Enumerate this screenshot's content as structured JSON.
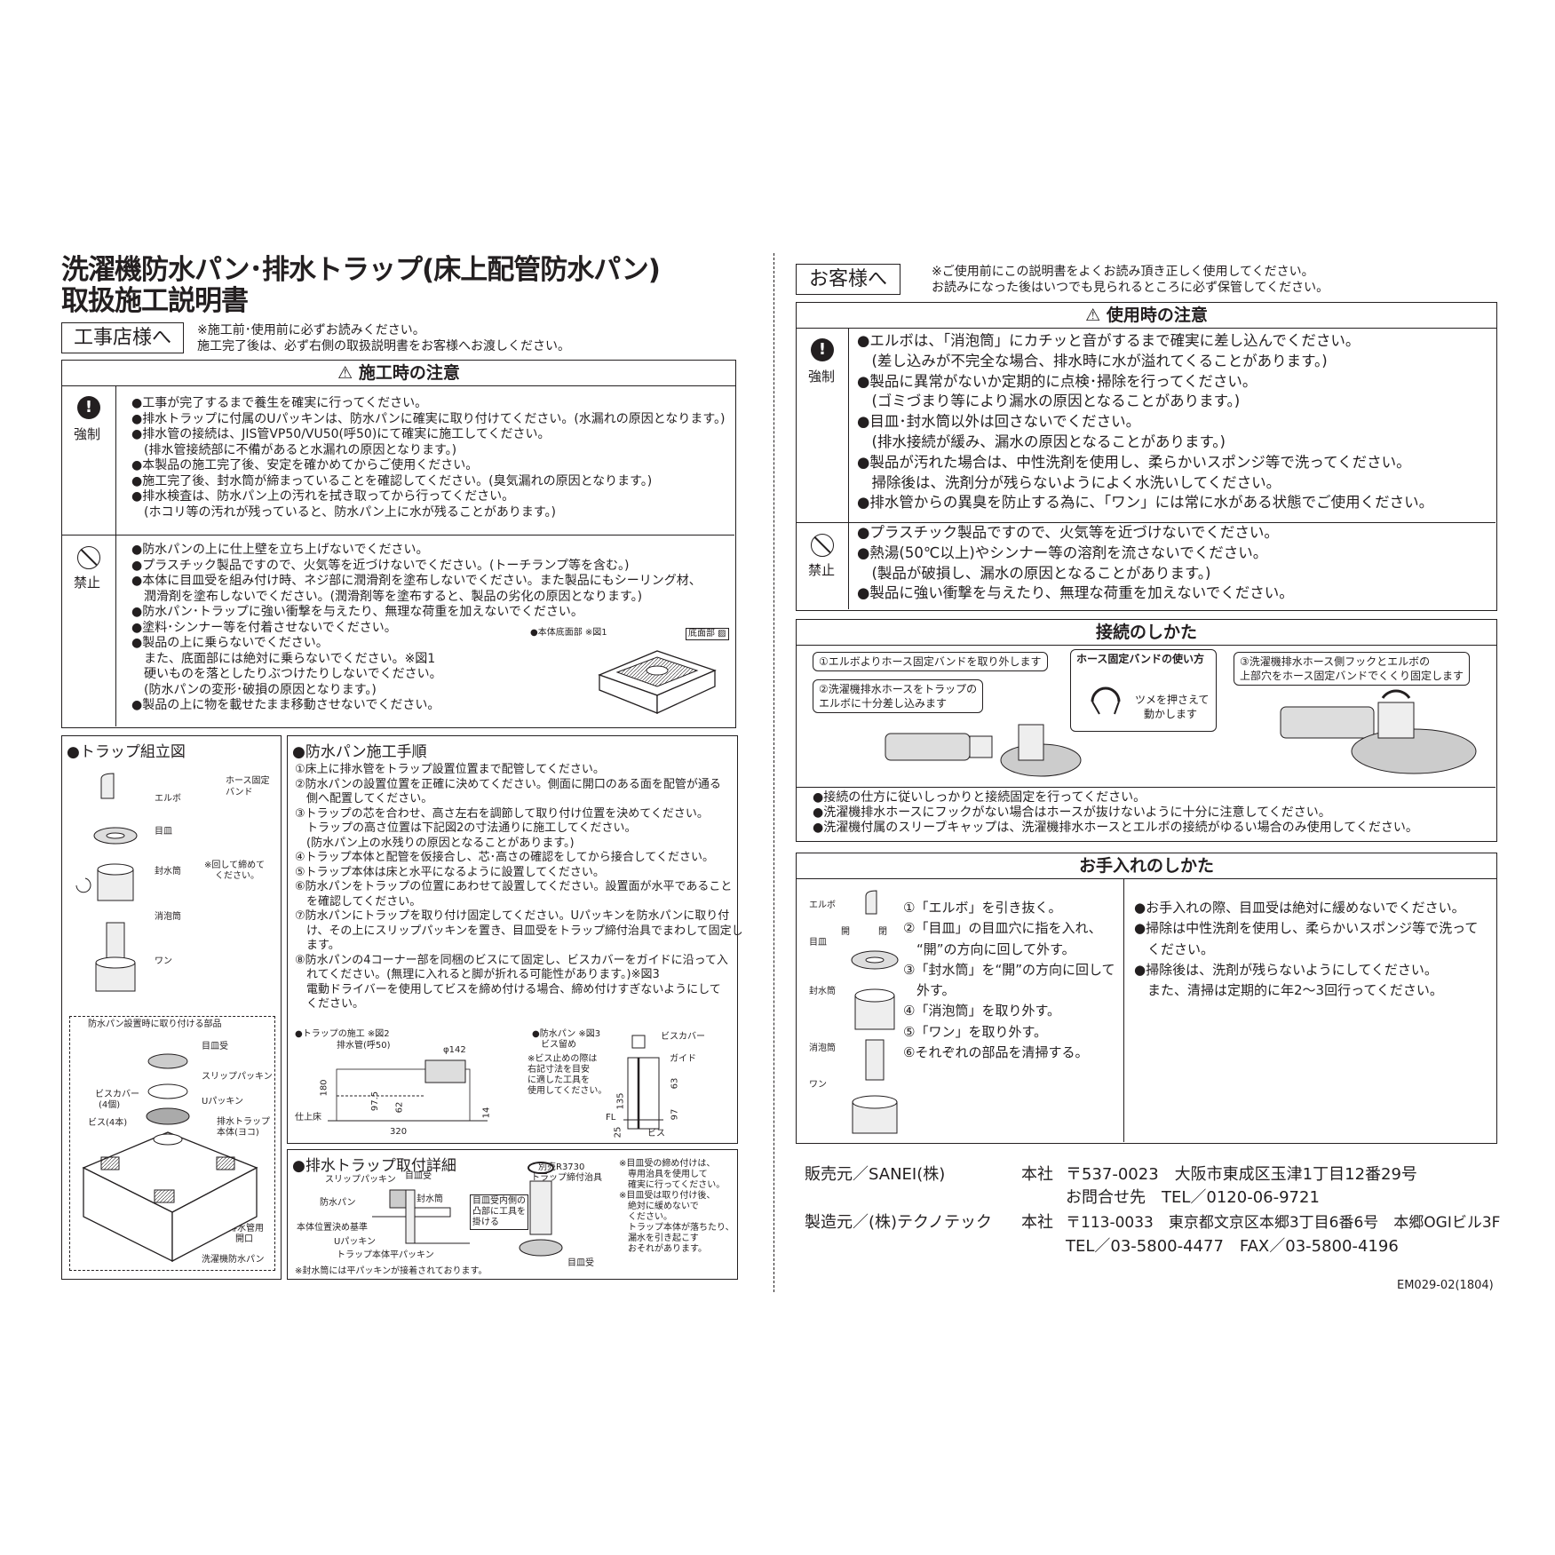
{
  "left": {
    "title_line1": "洗濯機防水パン･排水トラップ(床上配管防水パン)",
    "title_line2": "取扱施工説明書",
    "tag": "工事店様へ",
    "tag_note1": "※施工前･使用前に必ずお読みください。",
    "tag_note2": "施工完了後は、必ず右側の取扱説明書をお客様へお渡しください。",
    "caution_header": "施工時の注意",
    "must_label": "強制",
    "must_lines": [
      "●工事が完了するまで養生を確実に行ってください。",
      "●排水トラップに付属のUパッキンは、防水パンに確実に取り付けてください。(水漏れの原因となります。)",
      "●排水管の接続は、JIS管VP50/VU50(呼50)にて確実に施工してください。",
      "　(排水管接続部に不備があると水漏れの原因となります。)",
      "●本製品の施工完了後、安定を確かめてからご使用ください。",
      "●施工完了後、封水筒が締まっていることを確認してください。(臭気漏れの原因となります。)",
      "●排水検査は、防水パン上の汚れを拭き取ってから行ってください。",
      "　(ホコリ等の汚れが残っていると、防水パン上に水が残ることがあります。)"
    ],
    "ban_label": "禁止",
    "ban_lines": [
      "●防水パンの上に仕上壁を立ち上げないでください。",
      "●プラスチック製品ですので、火気等を近づけないでください。(トーチランプ等を含む。)",
      "●本体に目皿受を組み付け時、ネジ部に潤滑剤を塗布しないでください。また製品にもシーリング材、",
      "　潤滑剤を塗布しないでください。(潤滑剤等を塗布すると、製品の劣化の原因となります。)",
      "●防水パン･トラップに強い衝撃を与えたり、無理な荷重を加えないでください。",
      "●塗料･シンナー等を付着させないでください。",
      "●製品の上に乗らないでください。",
      "　また、底面部には絶対に乗らないでください。※図1",
      "　硬いものを落としたりぶつけたりしないでください。",
      "　(防水パンの変形･破損の原因となります。)",
      "●製品の上に物を載せたまま移動させないでください。"
    ],
    "fig1_caption": "●本体底面部 ※図1",
    "fig1_legend": "底面部",
    "trap_header": "●トラップ組立図",
    "trap_parts": {
      "band": "ホース固定",
      "band2": "バンド",
      "elbow": "エルボ",
      "plate": "目皿",
      "seal": "封水筒",
      "seal_note1": "※回して締めて",
      "seal_note2": "ください。",
      "foam": "消泡筒",
      "wan": "ワン",
      "pan_parts": "防水パン設置時に取り付ける部品",
      "receiver": "目皿受",
      "slip": "スリップパッキン",
      "upack": "Uパッキン",
      "screwcover": "ビスカバー",
      "screwcover_n": "(4個)",
      "screw": "ビス(4本)",
      "trapbody1": "排水トラップ",
      "trapbody2": "本体(ヨコ)",
      "pipeopen1": "排水管用",
      "pipeopen2": "開口",
      "pan": "洗濯機防水パン"
    },
    "proc_header": "●防水パン施工手順",
    "proc_lines": [
      "①床上に排水管をトラップ設置位置まで配管してください。",
      "②防水パンの設置位置を正確に決めてください。側面に開口のある面を配管が通る",
      "　側へ配置してください。",
      "③トラップの芯を合わせ、高さ左右を調節して取り付け位置を決めてください。",
      "　トラップの高さ位置は下記図2の寸法通りに施工してください。",
      "　(防水パン上の水残りの原因となることがあります。)",
      "④トラップ本体と配管を仮接合し、芯･高さの確認をしてから接合してください。",
      "⑤トラップ本体は床と水平になるように設置してください。",
      "⑥防水パンをトラップの位置にあわせて設置してください。設置面が水平であること",
      "　を確認してください。",
      "⑦防水パンにトラップを取り付け固定してください。Uパッキンを防水パンに取り付",
      "　け、その上にスリップパッキンを置き、目皿受をトラップ締付治具でまわして固定し",
      "　ます。",
      "⑧防水パンの4コーナー部を同梱のビスにて固定し、ビスカバーをガイドに沿って入",
      "　れてください。(無理に入れると脚が折れる可能性があります。)※図3",
      "　電動ドライバーを使用してビスを締め付ける場合、締め付けすぎないようにして",
      "　ください。"
    ],
    "fig2": {
      "caption": "●トラップの施工 ※図2",
      "pipe": "排水管(呼50)",
      "phi": "φ142",
      "d180": "180",
      "d975": "97.5",
      "d62": "62",
      "d14": "14",
      "d320": "320",
      "floor": "仕上床"
    },
    "fig3": {
      "caption1": "●防水パン ※図3",
      "caption2": "ビス留め",
      "note1": "※ビス止めの際は",
      "note2": "右記寸法を目安",
      "note3": "に適した工具を",
      "note4": "使用してください。",
      "screwcover": "ビスカバー",
      "guide": "ガイド",
      "d63": "63",
      "d135": "135",
      "d97": "97",
      "d25": "25",
      "fl": "FL",
      "screw": "ビス"
    },
    "detail_header": "●排水トラップ取付詳細",
    "detail": {
      "slip": "スリップパッキン",
      "receiver": "目皿受",
      "seal": "封水筒",
      "pan": "防水パン",
      "base": "本体位置決め基準",
      "upack": "Uパッキン",
      "body": "トラップ本体",
      "flat": "平パッキン",
      "tool1": "別売R3730",
      "tool2": "トラップ締付治具",
      "hook1": "目皿受内側の",
      "hook2": "凸部に工具を",
      "hook3": "掛ける",
      "receiver2": "目皿受",
      "note": [
        "※目皿受の締め付けは、",
        "　専用治具を使用して",
        "　確実に行ってください。",
        "※目皿受は取り付け後、",
        "　絶対に緩めないで",
        "　ください。",
        "　トラップ本体が落ちたり、",
        "　漏水を引き起こす",
        "　おそれがあります。"
      ],
      "footnote": "※封水筒には平パッキンが接着されております。"
    }
  },
  "right": {
    "tag": "お客様へ",
    "tag_note1": "※ご使用前にこの説明書をよくお読み頂き正しく使用してください。",
    "tag_note2": "お読みになった後はいつでも見られるところに必ず保管してください。",
    "caution_header": "使用時の注意",
    "must_label": "強制",
    "must_lines": [
      "●エルボは、「消泡筒」にカチッと音がするまで確実に差し込んでください。",
      "　(差し込みが不完全な場合、排水時に水が溢れてくることがあります。)",
      "●製品に異常がないか定期的に点検･掃除を行ってください。",
      "　(ゴミづまり等により漏水の原因となることがあります。)",
      "●目皿･封水筒以外は回さないでください。",
      "　(排水接続が緩み、漏水の原因となることがあります。)",
      "●製品が汚れた場合は、中性洗剤を使用し、柔らかいスポンジ等で洗ってください。",
      "　掃除後は、洗剤分が残らないようによく水洗いしてください。",
      "●排水管からの異臭を防止する為に、「ワン」には常に水がある状態でご使用ください。"
    ],
    "ban_label": "禁止",
    "ban_lines": [
      "●プラスチック製品ですので、火気等を近づけないでください。",
      "●熱湯(50℃以上)やシンナー等の溶剤を流さないでください。",
      "　(製品が破損し、漏水の原因となることがあります。)",
      "●製品に強い衝撃を与えたり、無理な荷重を加えないでください。"
    ],
    "connect_header": "接続のしかた",
    "connect": {
      "step1": "①エルボよりホース固定バンドを取り外します",
      "step2a": "②洗濯機排水ホースをトラップの",
      "step2b": "エルボに十分差し込みます",
      "band_title": "ホース固定バンドの使い方",
      "band_a": "ツメを押さえて",
      "band_b": "動かします",
      "step3a": "③洗濯機排水ホース側フックとエルボの",
      "step3b": "上部穴をホース固定バンドでくくり固定します",
      "notes": [
        "●接続の仕方に従いしっかりと接続固定を行ってください。",
        "●洗濯機排水ホースにフックがない場合はホースが抜けないように十分に注意してください。",
        "●洗濯機付属のスリーブキャップは、洗濯機排水ホースとエルボの接続がゆるい場合のみ使用してください。"
      ]
    },
    "care_header": "お手入れのしかた",
    "care_parts": {
      "elbow": "エルボ",
      "plate": "目皿",
      "open": "開",
      "close": "閉",
      "seal": "封水筒",
      "foam": "消泡筒",
      "wan": "ワン"
    },
    "care_steps": [
      "①「エルボ」を引き抜く。",
      "②「目皿」の目皿穴に指を入れ、",
      "　“開”の方向に回して外す。",
      "③「封水筒」を“開”の方向に回して",
      "　外す。",
      "④「消泡筒」を取り外す。",
      "⑤「ワン」を取り外す。",
      "⑥それぞれの部品を清掃する。"
    ],
    "care_notes": [
      "●お手入れの際、目皿受は絶対に緩めないでください。",
      "●掃除は中性洗剤を使用し、柔らかいスポンジ等で洗って",
      "　ください。",
      "●掃除後は、洗剤が残らないようにしてください。",
      "　また、清掃は定期的に年2～3回行ってください。"
    ],
    "company": {
      "seller": "販売元／SANEI(株)",
      "seller_hq": "本社",
      "seller_addr": "〒537-0023　大阪市東成区玉津1丁目12番29号",
      "seller_tel": "お問合せ先　TEL／0120-06-9721",
      "maker": "製造元／(株)テクノテック",
      "maker_hq": "本社",
      "maker_addr": "〒113-0033　東京都文京区本郷3丁目6番6号　本郷OGIビル3F",
      "maker_tel": "TEL／03-5800-4477　FAX／03-5800-4196"
    },
    "doc_code": "EM029-02(1804)"
  }
}
